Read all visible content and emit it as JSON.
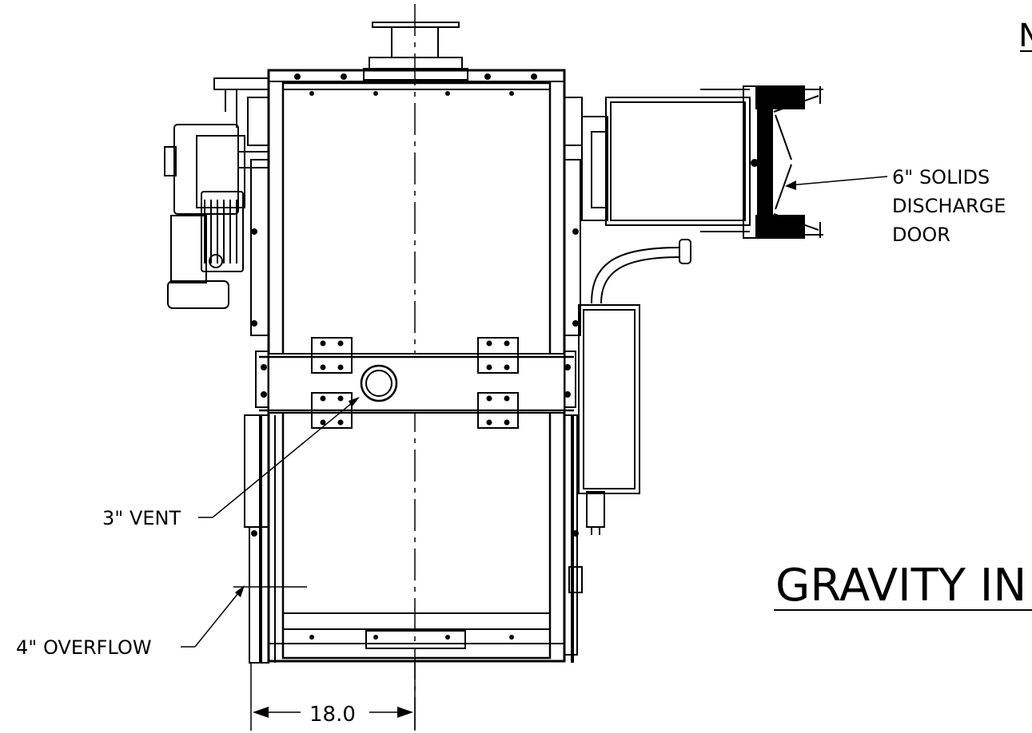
{
  "callouts": {
    "solids_door": [
      "6\" SOLIDS",
      "DISCHARGE",
      "DOOR"
    ],
    "vent": "3\" VENT",
    "overflow": "4\" OVERFLOW"
  },
  "dimension": {
    "value": "18.0"
  },
  "title_partial": "GRAVITY IN",
  "corner_partial": "N",
  "colors": {
    "line": "#000000",
    "background": "#ffffff"
  }
}
